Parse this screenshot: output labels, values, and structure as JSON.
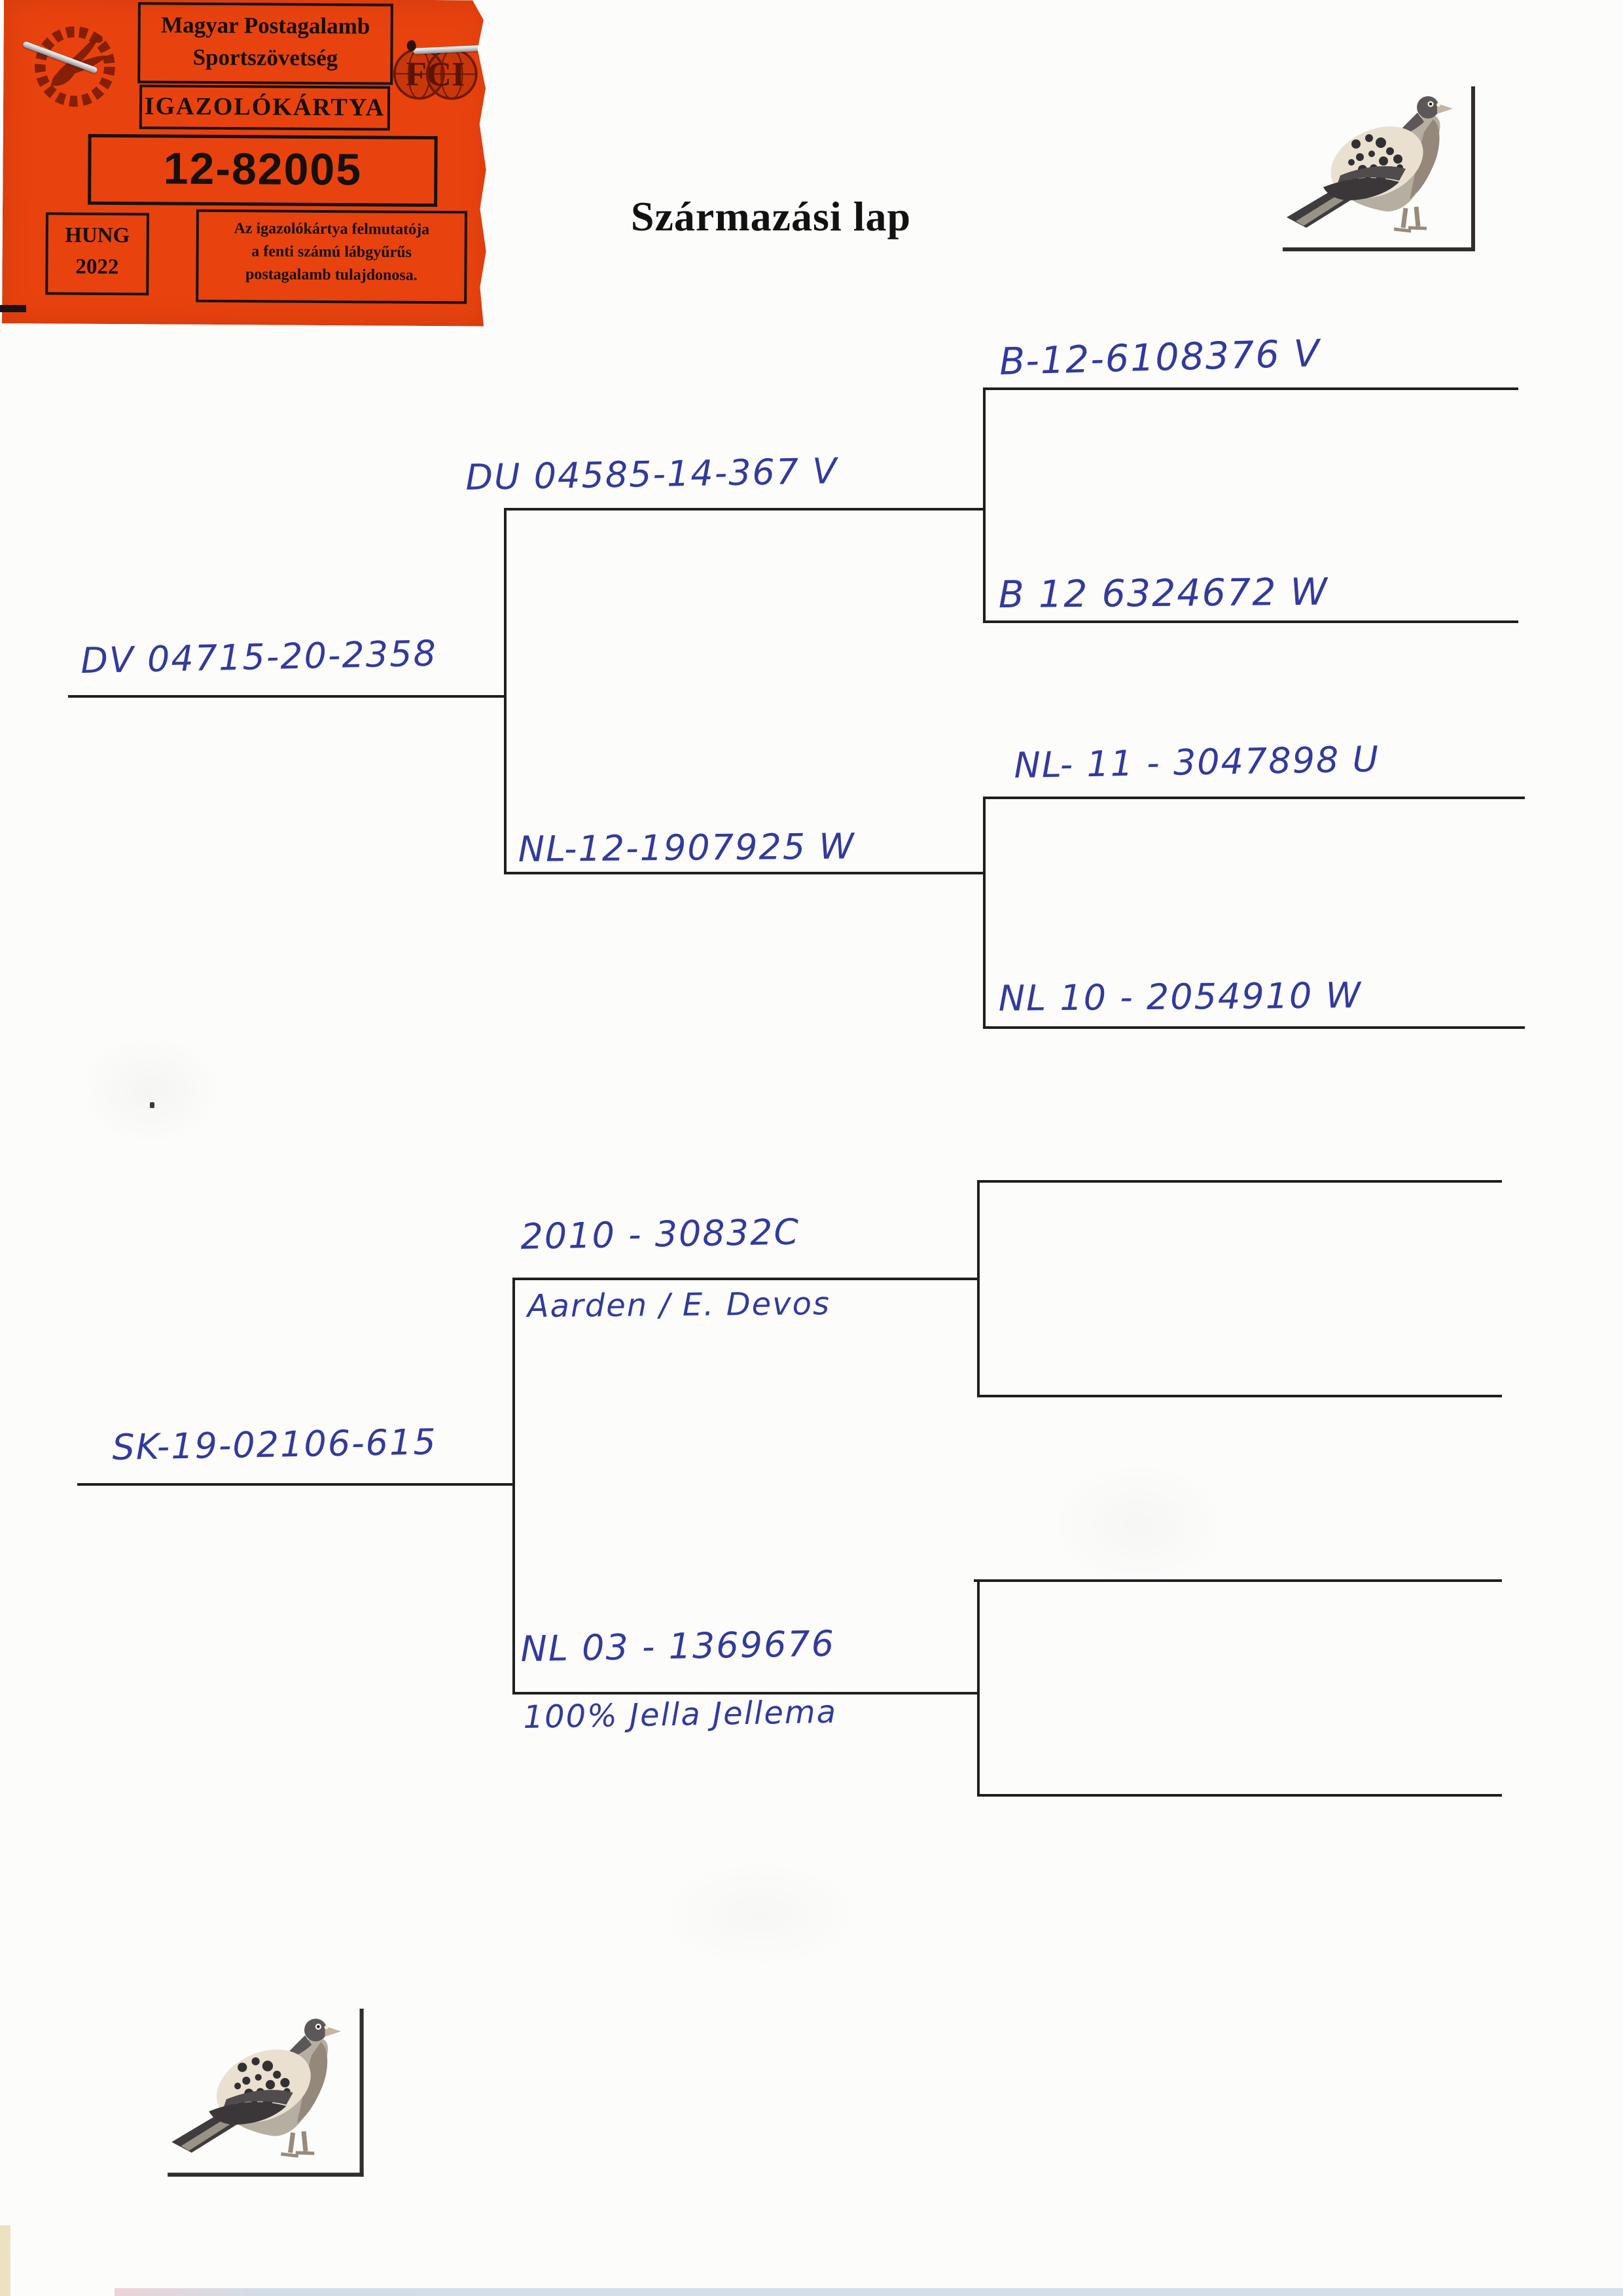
{
  "scan": {
    "title": "Származási lap",
    "card": {
      "federation_line1": "Magyar Postagalamb",
      "federation_line2": "Sportszövetség",
      "card_type": "IGAZOLÓKÁRTYA",
      "card_number": "12-82005",
      "country": "HUNG",
      "year": "2022",
      "holder_text_line1": "Az igazolókártya felmutatója",
      "holder_text_line2": "a fenti számú lábgyűrűs",
      "holder_text_line3": "postagalamb tulajdonosa.",
      "emblem_left": "wreath-pigeon-emblem",
      "emblem_right": "fci-globes-emblem",
      "fci_letters": "FCI"
    },
    "colors": {
      "card_orange": "#e8430f",
      "ink_blue": "#333a9c",
      "line_black": "#1f1f1f",
      "emblem_maroon": "#7a1c05"
    },
    "pedigree_top": {
      "bird": "DV 04715-20-2358",
      "sire": "DU 04585-14-367 V",
      "dam": "NL-12-1907925 W",
      "sire_sire": "B-12-6108376 V",
      "sire_dam": "B 12 6324672 W",
      "dam_sire": "NL- 11 - 3047898 U",
      "dam_dam": "NL 10 - 2054910 W"
    },
    "pedigree_bottom": {
      "bird": "SK-19-02106-615",
      "sire": "2010 - 30832C",
      "sire_note": "Aarden / E. Devos",
      "dam": "NL 03 - 1369676",
      "dam_note": "100% Jella Jellema"
    }
  }
}
